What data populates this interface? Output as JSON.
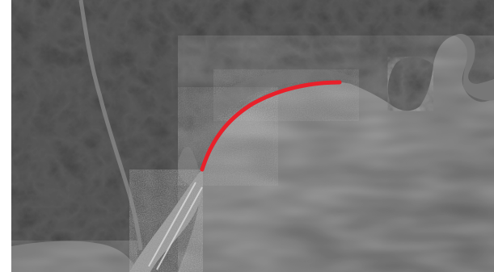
{
  "map": {
    "style": "grayscale-satellite",
    "colors": {
      "land_dark": "#3a3a3a",
      "land_mid": "#5e5e5e",
      "land_light": "#8a8a8a",
      "sea": "#6b6b6b",
      "sea_light": "#8e8e8e",
      "urban": "#9a9a9a",
      "highlight": "#e8202a",
      "background": "#ffffff"
    },
    "features": [
      {
        "type": "coastline-route",
        "color": "#e8202a"
      },
      {
        "type": "airport-runways"
      },
      {
        "type": "urban-area"
      },
      {
        "type": "river-valley"
      },
      {
        "type": "headland-cape"
      }
    ]
  }
}
